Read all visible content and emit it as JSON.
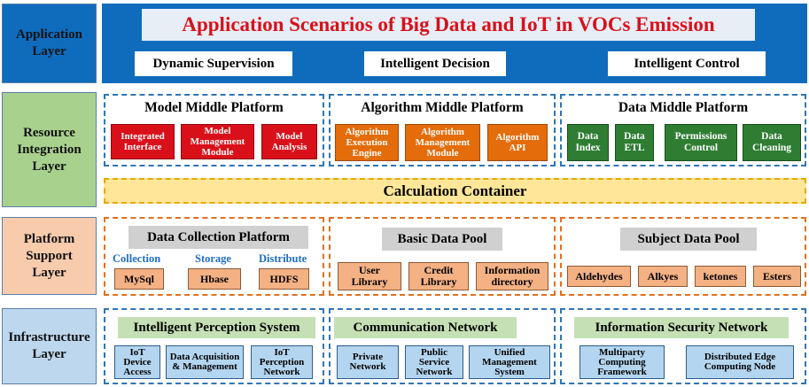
{
  "layers": {
    "application": "Application Layer",
    "resource": "Resource Integration Layer",
    "platform": "Platform Support Layer",
    "infrastructure": "Infrastructure Layer"
  },
  "application": {
    "title": "Application Scenarios of Big Data and IoT in VOCs Emission",
    "items": [
      "Dynamic Supervision",
      "Intelligent Decision",
      "Intelligent Control"
    ]
  },
  "resource": {
    "model": {
      "title": "Model Middle Platform",
      "items": [
        "Integrated Interface",
        "Model Management Module",
        "Model Analysis"
      ]
    },
    "algorithm": {
      "title": "Algorithm Middle Platform",
      "items": [
        "Algorithm Execution Engine",
        "Algorithm Management Module",
        "Algorithm API"
      ]
    },
    "data": {
      "title": "Data Middle Platform",
      "items": [
        "Data Index",
        "Data ETL",
        "Permissions Control",
        "Data Cleaning"
      ]
    },
    "container": "Calculation Container"
  },
  "platform": {
    "collection": {
      "title": "Data Collection Platform",
      "labels": [
        "Collection",
        "Storage",
        "Distribute"
      ],
      "items": [
        "MySql",
        "Hbase",
        "HDFS"
      ]
    },
    "basic": {
      "title": "Basic Data Pool",
      "items": [
        "User Library",
        "Credit Library",
        "Information directory"
      ]
    },
    "subject": {
      "title": "Subject Data Pool",
      "items": [
        "Aldehydes",
        "Alkyes",
        "ketones",
        "Esters"
      ]
    }
  },
  "infrastructure": {
    "perception": {
      "title": "Intelligent Perception System",
      "items": [
        "IoT Device Access",
        "Data Acquisition & Management",
        "IoT Perception Network"
      ]
    },
    "communication": {
      "title": "Communication Network",
      "items": [
        "Private Network",
        "Public Service Network",
        "Unified Management System"
      ]
    },
    "security": {
      "title": "Information Security Network",
      "items": [
        "Multiparty Computing Framework",
        "Distributed Edge Computing Node"
      ]
    }
  },
  "colors": {
    "app_band": "#0f6cbd",
    "title_red": "#d9101a",
    "resource_label": "#a9d18e",
    "platform_label": "#f8cbad",
    "infra_label": "#bdd7ee",
    "container_bg": "#ffe699"
  }
}
